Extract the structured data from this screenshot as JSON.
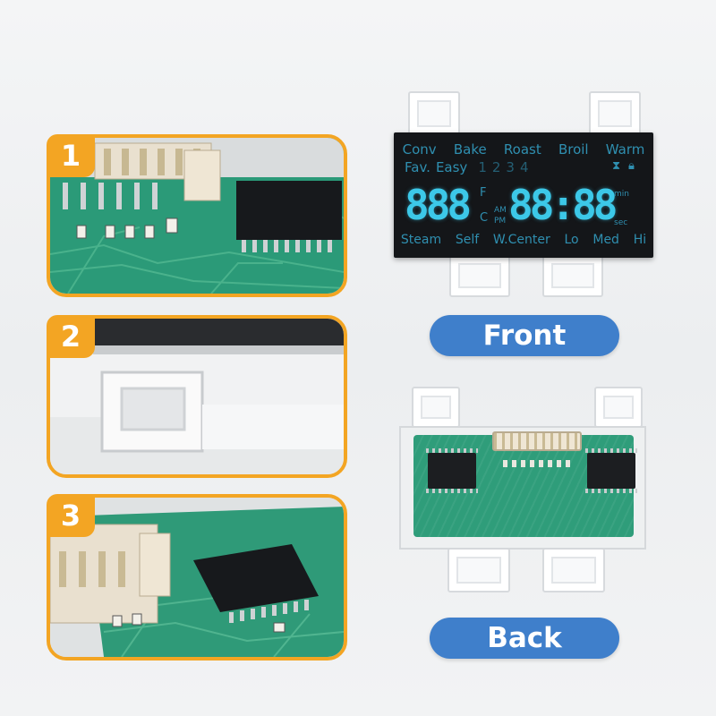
{
  "panels": [
    {
      "number": "1"
    },
    {
      "number": "2"
    },
    {
      "number": "3"
    }
  ],
  "front_display": {
    "top_row": [
      "Conv",
      "Bake",
      "Roast",
      "Broil",
      "Warm"
    ],
    "second_row": [
      "Fav.",
      "Easy",
      "1",
      "2",
      "3",
      "4"
    ],
    "temp_digits": "888",
    "time_digits": "88:88",
    "unit_f": "F",
    "unit_c": "C",
    "am": "AM",
    "pm": "PM",
    "min": "min",
    "sec": "sec",
    "bottom_row": [
      "Steam",
      "Self",
      "W.Center",
      "Lo",
      "Med",
      "Hi"
    ]
  },
  "labels": {
    "front": "Front",
    "back": "Back"
  },
  "colors": {
    "accent_orange": "#f3a523",
    "pill_blue": "#3f7fcb",
    "display_cyan": "#3cc8e8",
    "pcb_green": "#2f9d7a"
  }
}
